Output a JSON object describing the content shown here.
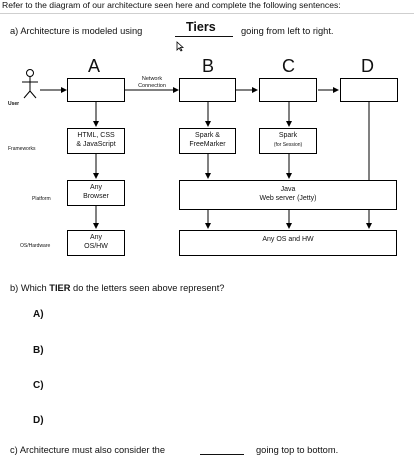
{
  "instructions": "Refer to the diagram of our architecture seen here and complete the following sentences:",
  "question_a": {
    "prefix": "a)  Architecture is modeled using",
    "answer": "Tiers",
    "suffix": "going from left to right."
  },
  "diagram": {
    "columns": [
      "A",
      "B",
      "C",
      "D"
    ],
    "user_label": "User",
    "network_label_line1": "Network",
    "network_label_line2": "Connection",
    "row_labels": [
      "Frameworks",
      "Platform",
      "OS/Hardware"
    ],
    "frameworks": {
      "a_line1": "HTML, CSS",
      "a_line2": "& JavaScript",
      "b_line1": "Spark &",
      "b_line2": "FreeMarker",
      "c_line1": "Spark",
      "c_line2": "(for Session)"
    },
    "platform": {
      "a_line1": "Any",
      "a_line2": "Browser",
      "bc_line1": "Java",
      "bc_line2": "Web server (Jetty)"
    },
    "os": {
      "a_line1": "Any",
      "a_line2": "OS/HW",
      "bcd": "Any OS and HW"
    }
  },
  "question_b": {
    "text": "b)  Which TIER do the letters seen above represent?",
    "text_before_bold": "b)  Which ",
    "bold_word": "TIER",
    "text_after_bold": " do the letters seen above represent?",
    "items": [
      "A)",
      "B)",
      "C)",
      "D)"
    ]
  },
  "question_c": {
    "prefix": "c)  Architecture must also consider the",
    "suffix": "going top to bottom."
  }
}
